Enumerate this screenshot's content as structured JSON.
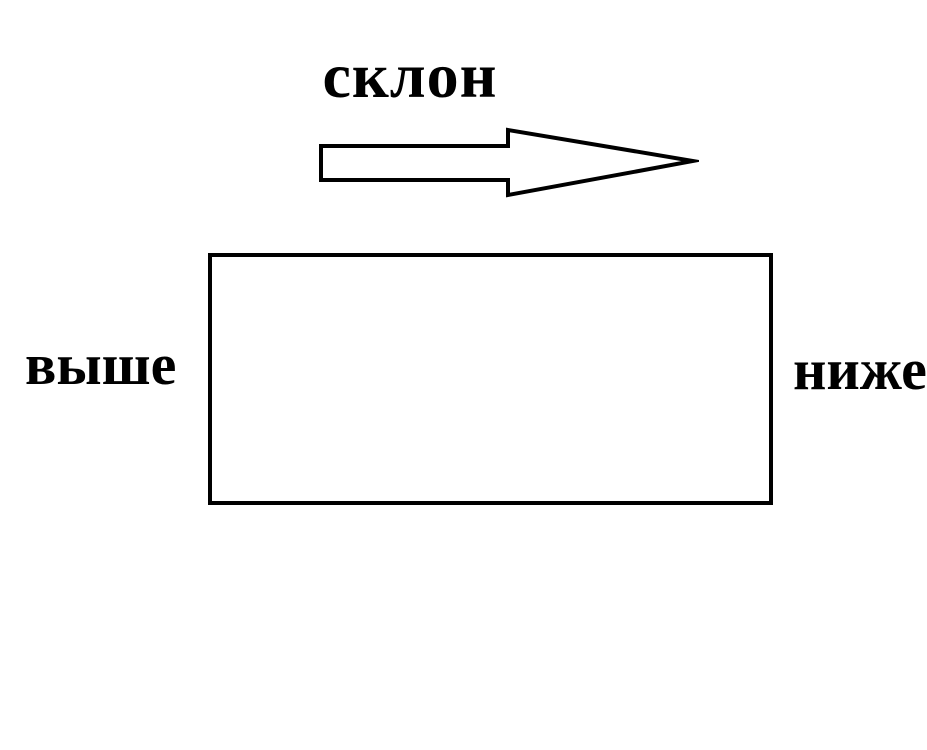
{
  "diagram": {
    "title": "склон",
    "left_label": "выше",
    "right_label": "ниже",
    "arrow": {
      "direction": "right",
      "fill": "#ffffff",
      "stroke": "#000000"
    },
    "rectangle": {
      "fill": "#ffffff",
      "stroke": "#000000"
    },
    "colors": {
      "background": "#ffffff",
      "text": "#000000"
    }
  }
}
